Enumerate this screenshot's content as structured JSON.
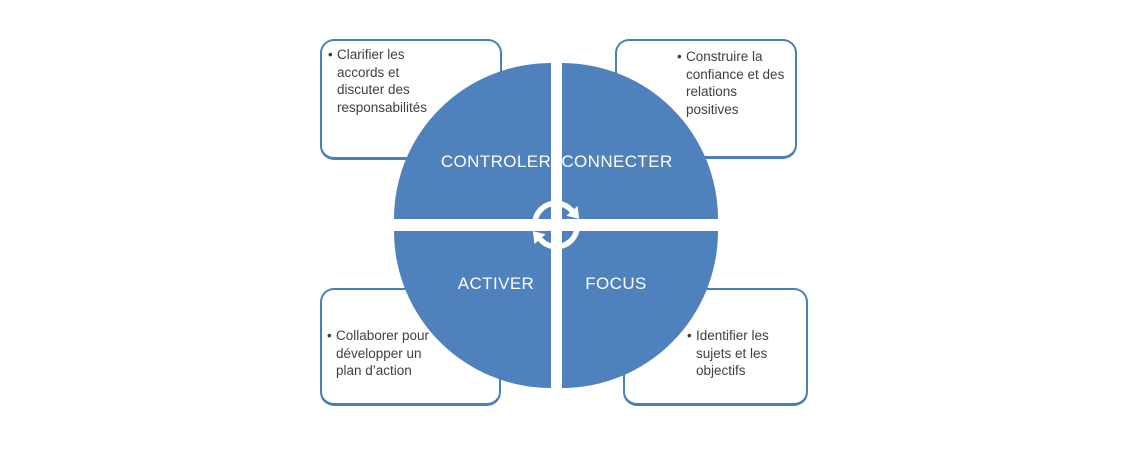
{
  "diagram": {
    "title": "coaching-cycle-quadrant-diagram",
    "colors": {
      "background": "#ffffff",
      "circle_fill": "#4f81bd",
      "box_border": "#4a7ebb",
      "quadrant_label_text": "#ffffff",
      "body_text": "#3f3f3f"
    },
    "center_icon": "cycle-arrows-icon",
    "quadrants": [
      {
        "id": "controler",
        "label": "CONTROLER"
      },
      {
        "id": "connecter",
        "label": "CONNECTER"
      },
      {
        "id": "activer",
        "label": "ACTIVER"
      },
      {
        "id": "focus",
        "label": "FOCUS"
      }
    ],
    "callouts": [
      {
        "position": "top-left",
        "bullet": "•",
        "text": "Clarifier les\naccords et\ndiscuter des\nresponsabilités"
      },
      {
        "position": "top-right",
        "bullet": "•",
        "text": "Construire la\nconfiance et des\nrelations\npositives"
      },
      {
        "position": "bottom-left",
        "bullet": "•",
        "text": "Collaborer pour\ndévelopper un\nplan d’action"
      },
      {
        "position": "bottom-right",
        "bullet": "•",
        "text": "Identifier les\nsujets et les\nobjectifs"
      }
    ]
  }
}
